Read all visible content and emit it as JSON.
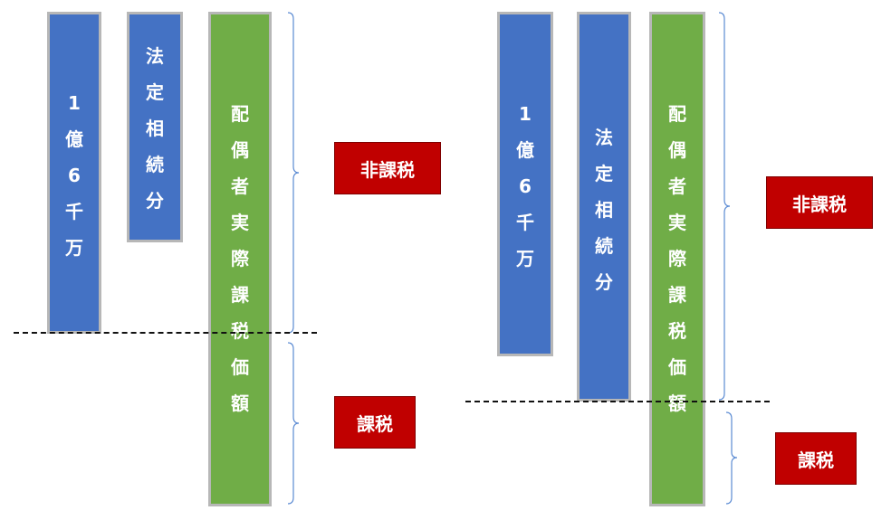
{
  "left": {
    "bar_total": "1\n億\n6\n千\n万",
    "bar_legal": "法\n定\n相\n続\n分",
    "bar_spouse": "配\n偶\n者\n実\n際\n課\n税\n価\n額",
    "label_nontaxable": "非課税",
    "label_taxable": "課税"
  },
  "right": {
    "bar_total": "1\n億\n6\n千\n万",
    "bar_legal": "法\n定\n相\n続\n分",
    "bar_spouse": "配\n偶\n者\n実\n際\n課\n税\n価\n額",
    "label_nontaxable": "非課税",
    "label_taxable": "課税"
  },
  "colors": {
    "blue_bar": "#4472c4",
    "green_bar": "#70ad47",
    "label_red": "#c00000",
    "brace": "#5b8bd3"
  }
}
